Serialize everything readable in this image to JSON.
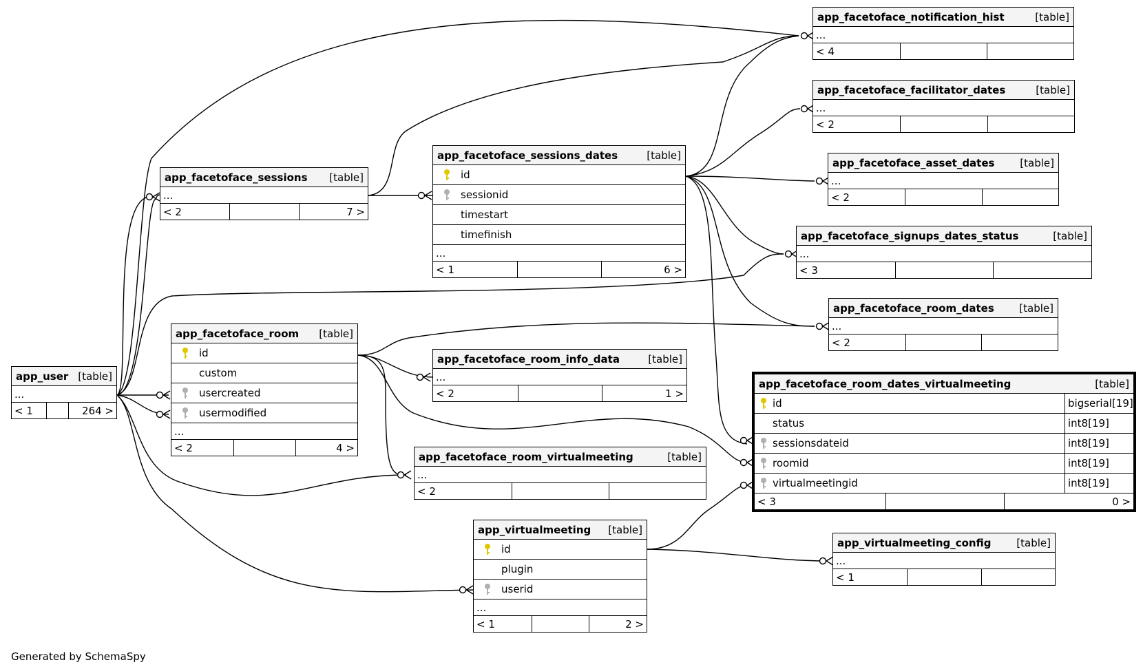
{
  "tables": {
    "notification_hist": {
      "name": "app_facetoface_notification_hist",
      "type": "[table]",
      "ellipsis": "...",
      "parents": "< 4",
      "children": ""
    },
    "facilitator_dates": {
      "name": "app_facetoface_facilitator_dates",
      "type": "[table]",
      "ellipsis": "...",
      "parents": "< 2",
      "children": ""
    },
    "asset_dates": {
      "name": "app_facetoface_asset_dates",
      "type": "[table]",
      "ellipsis": "...",
      "parents": "< 2",
      "children": ""
    },
    "signups_dates_status": {
      "name": "app_facetoface_signups_dates_status",
      "type": "[table]",
      "ellipsis": "...",
      "parents": "< 3",
      "children": ""
    },
    "room_dates": {
      "name": "app_facetoface_room_dates",
      "type": "[table]",
      "ellipsis": "...",
      "parents": "< 2",
      "children": ""
    },
    "sessions": {
      "name": "app_facetoface_sessions",
      "type": "[table]",
      "ellipsis": "...",
      "parents": "< 2",
      "children": "7 >"
    },
    "sessions_dates": {
      "name": "app_facetoface_sessions_dates",
      "type": "[table]",
      "columns": [
        {
          "name": "id",
          "key": "primary"
        },
        {
          "name": "sessionid",
          "key": "foreign"
        },
        {
          "name": "timestart",
          "key": ""
        },
        {
          "name": "timefinish",
          "key": ""
        }
      ],
      "ellipsis": "...",
      "parents": "< 1",
      "children": "6 >"
    },
    "room": {
      "name": "app_facetoface_room",
      "type": "[table]",
      "columns": [
        {
          "name": "id",
          "key": "primary"
        },
        {
          "name": "custom",
          "key": ""
        },
        {
          "name": "usercreated",
          "key": "foreign"
        },
        {
          "name": "usermodified",
          "key": "foreign"
        }
      ],
      "ellipsis": "...",
      "parents": "< 2",
      "children": "4 >"
    },
    "room_info_data": {
      "name": "app_facetoface_room_info_data",
      "type": "[table]",
      "ellipsis": "...",
      "parents": "< 2",
      "children": "1 >"
    },
    "room_virtualmeeting": {
      "name": "app_facetoface_room_virtualmeeting",
      "type": "[table]",
      "ellipsis": "...",
      "parents": "< 2",
      "children": ""
    },
    "app_user": {
      "name": "app_user",
      "type": "[table]",
      "ellipsis": "...",
      "parents": "< 1",
      "children": "264 >"
    },
    "virtualmeeting": {
      "name": "app_virtualmeeting",
      "type": "[table]",
      "columns": [
        {
          "name": "id",
          "key": "primary"
        },
        {
          "name": "plugin",
          "key": ""
        },
        {
          "name": "userid",
          "key": "foreign"
        }
      ],
      "ellipsis": "...",
      "parents": "< 1",
      "children": "2 >"
    },
    "virtualmeeting_config": {
      "name": "app_virtualmeeting_config",
      "type": "[table]",
      "ellipsis": "...",
      "parents": "< 1",
      "children": ""
    },
    "room_dates_virtualmeeting": {
      "name": "app_facetoface_room_dates_virtualmeeting",
      "type": "[table]",
      "columns": [
        {
          "name": "id",
          "key": "primary",
          "dtype": "bigserial[19]"
        },
        {
          "name": "status",
          "key": "",
          "dtype": "int8[19]"
        },
        {
          "name": "sessionsdateid",
          "key": "foreign",
          "dtype": "int8[19]"
        },
        {
          "name": "roomid",
          "key": "foreign",
          "dtype": "int8[19]"
        },
        {
          "name": "virtualmeetingid",
          "key": "foreign",
          "dtype": "int8[19]"
        }
      ],
      "parents": "< 3",
      "children": "0 >"
    }
  },
  "colors": {
    "primary_key": "#e0c800",
    "foreign_key": "#b0b0b0",
    "header_bg": "#f4f4f4"
  },
  "icons": {
    "primary_key": "primary-key-icon",
    "foreign_key": "foreign-key-icon"
  },
  "footer": {
    "credit": "Generated by SchemaSpy"
  }
}
